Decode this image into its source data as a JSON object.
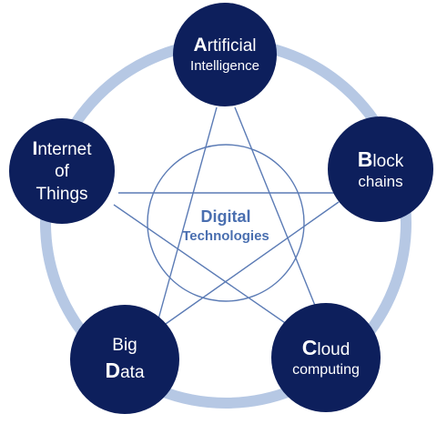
{
  "colors": {
    "node_fill": "#0d1f5c",
    "ring": "#b6c8e4",
    "lines": "#5b7bb5",
    "center_text": "#4a6fb0"
  },
  "center": {
    "line1": "Digital",
    "line2": "Technologies"
  },
  "nodes": {
    "ai": {
      "initial": "A",
      "line1_rest": "rtificial",
      "line2": "Intelligence"
    },
    "blockchain": {
      "initial": "B",
      "line1_rest": "lock",
      "line2": "chains"
    },
    "cloud": {
      "initial": "C",
      "line1_rest": "loud",
      "line2": "computing"
    },
    "bigdata": {
      "line1": "Big",
      "initial": "D",
      "line2_rest": "ata"
    },
    "iot": {
      "initial": "I",
      "line1_rest": "nternet",
      "line2": "of",
      "line3": "Things"
    }
  }
}
